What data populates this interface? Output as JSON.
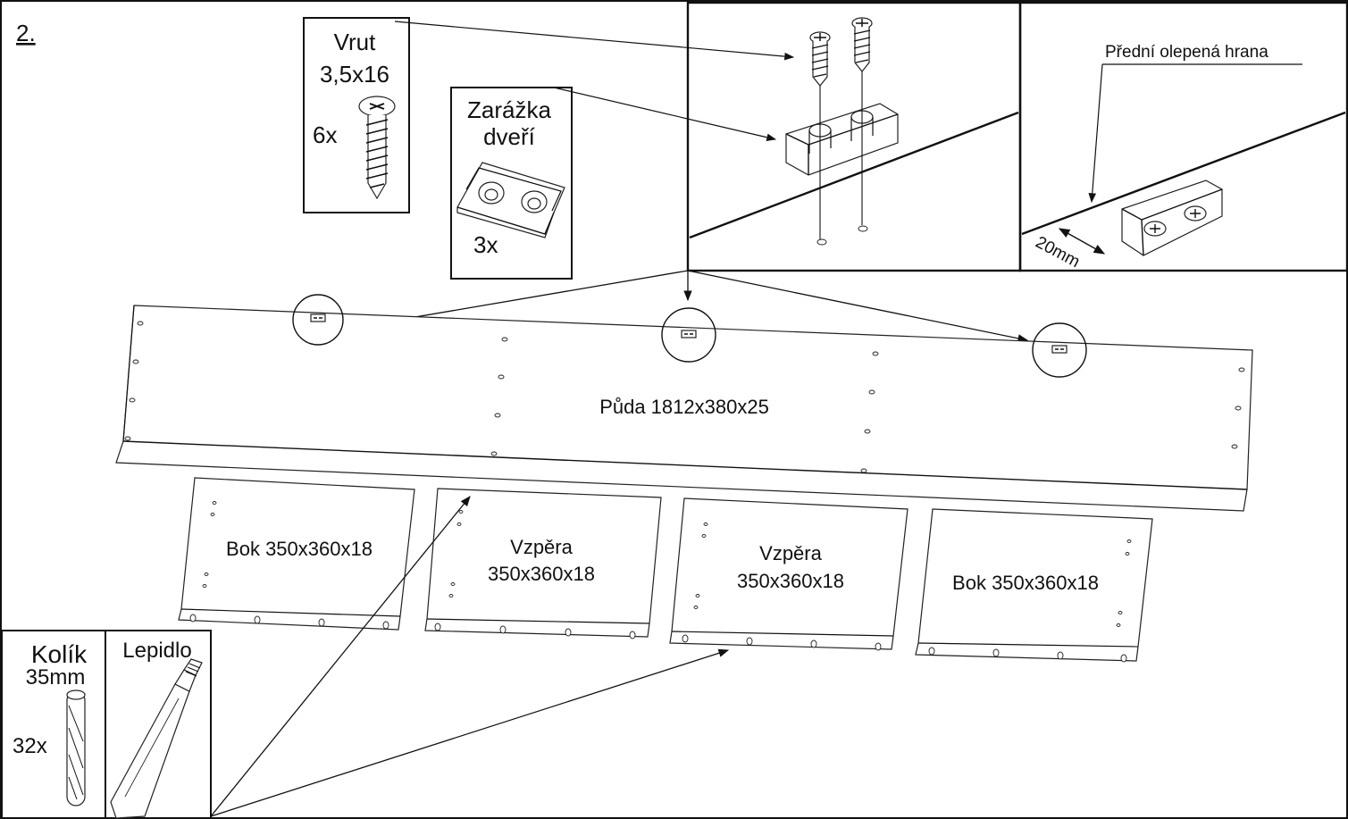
{
  "step_number": "2.",
  "screw_box": {
    "title_line1": "Vrut",
    "title_line2": "3,5x16",
    "quantity": "6x",
    "icon": "screw-icon"
  },
  "door_stop_box": {
    "title_line1": "Zarážka",
    "title_line2": "dveří",
    "quantity": "3x",
    "icon": "door-stop-icon"
  },
  "dowel_box": {
    "title_line1": "Kolík",
    "title_line2": "35mm",
    "quantity": "32x",
    "icon": "dowel-icon"
  },
  "glue_box": {
    "title": "Lepidlo",
    "icon": "glue-tube-icon"
  },
  "detail_right": {
    "edge_label": "Přední olepená hrana",
    "distance_label": "20mm"
  },
  "panels": {
    "top": "Půda 1812x380x25",
    "side_left": "Bok 350x360x18",
    "brace_1_line1": "Vzpěra",
    "brace_1_line2": "350x360x18",
    "brace_2_line1": "Vzpěra",
    "brace_2_line2": "350x360x18",
    "side_right": "Bok 350x360x18"
  }
}
